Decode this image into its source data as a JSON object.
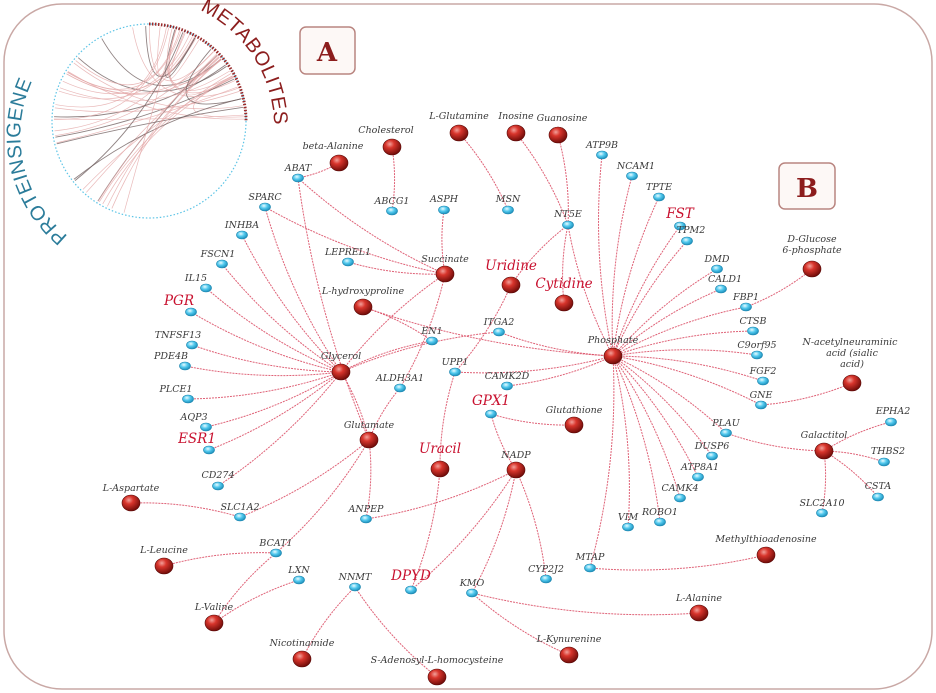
{
  "panel_a": {
    "letter": "A",
    "left_label": "PROTEINSIGENE",
    "right_label": "METABOLITES"
  },
  "panel_b": {
    "letter": "B"
  },
  "colors": {
    "metabolite_node": "#b5211b",
    "gene_node": "#3bbde8",
    "edge": "#d9465f",
    "highlight_label": "#c8102e",
    "frame": "#c9a8a5"
  },
  "nodes": [
    {
      "id": "beta-Alanine",
      "label": "beta-Alanine",
      "kind": "metabolite"
    },
    {
      "id": "Cholesterol",
      "label": "Cholesterol",
      "kind": "metabolite"
    },
    {
      "id": "L-Glutamine",
      "label": "L-Glutamine",
      "kind": "metabolite"
    },
    {
      "id": "Inosine",
      "label": "Inosine",
      "kind": "metabolite"
    },
    {
      "id": "Guanosine",
      "label": "Guanosine",
      "kind": "metabolite"
    },
    {
      "id": "Succinate",
      "label": "Succinate",
      "kind": "metabolite"
    },
    {
      "id": "Uridine",
      "label": "Uridine",
      "kind": "metabolite",
      "highlight": true
    },
    {
      "id": "Cytidine",
      "label": "Cytidine",
      "kind": "metabolite",
      "highlight": true
    },
    {
      "id": "L-hydroxyproline",
      "label": "L-hydroxyproline",
      "kind": "metabolite"
    },
    {
      "id": "Glycerol",
      "label": "Glycerol",
      "kind": "metabolite"
    },
    {
      "id": "Phosphate",
      "label": "Phosphate",
      "kind": "metabolite"
    },
    {
      "id": "D-Glucose",
      "label": "D-Glucose 6-phosphate",
      "kind": "metabolite"
    },
    {
      "id": "N-acetylneuraminic",
      "label": "N-acetylneuraminic acid (sialic acid)",
      "kind": "metabolite"
    },
    {
      "id": "Glutamate",
      "label": "Glutamate",
      "kind": "metabolite"
    },
    {
      "id": "Glutathione",
      "label": "Glutathione",
      "kind": "metabolite"
    },
    {
      "id": "Uracil",
      "label": "Uracil",
      "kind": "metabolite",
      "highlight": true
    },
    {
      "id": "NADP",
      "label": "NADP",
      "kind": "metabolite"
    },
    {
      "id": "Galactitol",
      "label": "Galactitol",
      "kind": "metabolite"
    },
    {
      "id": "L-Aspartate",
      "label": "L-Aspartate",
      "kind": "metabolite"
    },
    {
      "id": "L-Leucine",
      "label": "L-Leucine",
      "kind": "metabolite"
    },
    {
      "id": "L-Valine",
      "label": "L-Valine",
      "kind": "metabolite"
    },
    {
      "id": "Nicotinamide",
      "label": "Nicotinamide",
      "kind": "metabolite"
    },
    {
      "id": "SAH",
      "label": "S-Adenosyl-L-homocysteine",
      "kind": "metabolite"
    },
    {
      "id": "L-Kynurenine",
      "label": "L-Kynurenine",
      "kind": "metabolite"
    },
    {
      "id": "L-Alanine",
      "label": "L-Alanine",
      "kind": "metabolite"
    },
    {
      "id": "Methylthioadenosine",
      "label": "Methylthioadenosine",
      "kind": "metabolite"
    },
    {
      "id": "ABAT",
      "label": "ABAT",
      "kind": "gene"
    },
    {
      "id": "SPARC",
      "label": "SPARC",
      "kind": "gene"
    },
    {
      "id": "ABCG1",
      "label": "ABCG1",
      "kind": "gene"
    },
    {
      "id": "ASPH",
      "label": "ASPH",
      "kind": "gene"
    },
    {
      "id": "MSN",
      "label": "MSN",
      "kind": "gene"
    },
    {
      "id": "NT5E",
      "label": "NT5E",
      "kind": "gene"
    },
    {
      "id": "ATP9B",
      "label": "ATP9B",
      "kind": "gene"
    },
    {
      "id": "NCAM1",
      "label": "NCAM1",
      "kind": "gene"
    },
    {
      "id": "TPTE",
      "label": "TPTE",
      "kind": "gene"
    },
    {
      "id": "FST",
      "label": "FST",
      "kind": "gene",
      "highlight": true
    },
    {
      "id": "TPM2",
      "label": "TPM2",
      "kind": "gene"
    },
    {
      "id": "DMD",
      "label": "DMD",
      "kind": "gene"
    },
    {
      "id": "CALD1",
      "label": "CALD1",
      "kind": "gene"
    },
    {
      "id": "FBP1",
      "label": "FBP1",
      "kind": "gene"
    },
    {
      "id": "CTSB",
      "label": "CTSB",
      "kind": "gene"
    },
    {
      "id": "C9orf95",
      "label": "C9orf95",
      "kind": "gene"
    },
    {
      "id": "FGF2",
      "label": "FGF2",
      "kind": "gene"
    },
    {
      "id": "GNE",
      "label": "GNE",
      "kind": "gene"
    },
    {
      "id": "PLAU",
      "label": "PLAU",
      "kind": "gene"
    },
    {
      "id": "DUSP6",
      "label": "DUSP6",
      "kind": "gene"
    },
    {
      "id": "ATP8A1",
      "label": "ATP8A1",
      "kind": "gene"
    },
    {
      "id": "CAMK4",
      "label": "CAMK4",
      "kind": "gene"
    },
    {
      "id": "ROBO1",
      "label": "ROBO1",
      "kind": "gene"
    },
    {
      "id": "VIM",
      "label": "VIM",
      "kind": "gene"
    },
    {
      "id": "MTAP",
      "label": "MTAP",
      "kind": "gene"
    },
    {
      "id": "EPHA2",
      "label": "EPHA2",
      "kind": "gene"
    },
    {
      "id": "THBS2",
      "label": "THBS2",
      "kind": "gene"
    },
    {
      "id": "CSTA",
      "label": "CSTA",
      "kind": "gene"
    },
    {
      "id": "SLC2A10",
      "label": "SLC2A10",
      "kind": "gene"
    },
    {
      "id": "INHBA",
      "label": "INHBA",
      "kind": "gene"
    },
    {
      "id": "LEPREL1",
      "label": "LEPREL1",
      "kind": "gene"
    },
    {
      "id": "FSCN1",
      "label": "FSCN1",
      "kind": "gene"
    },
    {
      "id": "IL15",
      "label": "IL15",
      "kind": "gene"
    },
    {
      "id": "PGR",
      "label": "PGR",
      "kind": "gene",
      "highlight": true
    },
    {
      "id": "TNFSF13",
      "label": "TNFSF13",
      "kind": "gene"
    },
    {
      "id": "PDE4B",
      "label": "PDE4B",
      "kind": "gene"
    },
    {
      "id": "PLCE1",
      "label": "PLCE1",
      "kind": "gene"
    },
    {
      "id": "AQP3",
      "label": "AQP3",
      "kind": "gene"
    },
    {
      "id": "ESR1",
      "label": "ESR1",
      "kind": "gene",
      "highlight": true
    },
    {
      "id": "CD274",
      "label": "CD274",
      "kind": "gene"
    },
    {
      "id": "EN1",
      "label": "EN1",
      "kind": "gene"
    },
    {
      "id": "ITGA2",
      "label": "ITGA2",
      "kind": "gene"
    },
    {
      "id": "UPP1",
      "label": "UPP1",
      "kind": "gene"
    },
    {
      "id": "CAMK2D",
      "label": "CAMK2D",
      "kind": "gene"
    },
    {
      "id": "ALDH3A1",
      "label": "ALDH3A1",
      "kind": "gene"
    },
    {
      "id": "GPX1",
      "label": "GPX1",
      "kind": "gene",
      "highlight": true
    },
    {
      "id": "ANPEP",
      "label": "ANPEP",
      "kind": "gene"
    },
    {
      "id": "SLC1A2",
      "label": "SLC1A2",
      "kind": "gene"
    },
    {
      "id": "BCAT1",
      "label": "BCAT1",
      "kind": "gene"
    },
    {
      "id": "LXN",
      "label": "LXN",
      "kind": "gene"
    },
    {
      "id": "NNMT",
      "label": "NNMT",
      "kind": "gene"
    },
    {
      "id": "DPYD",
      "label": "DPYD",
      "kind": "gene",
      "highlight": true
    },
    {
      "id": "KMO",
      "label": "KMO",
      "kind": "gene"
    },
    {
      "id": "CYP2J2",
      "label": "CYP2J2",
      "kind": "gene"
    }
  ],
  "edges": [
    [
      "ABAT",
      "beta-Alanine"
    ],
    [
      "ABAT",
      "Succinate"
    ],
    [
      "ABAT",
      "Glutamate"
    ],
    [
      "SPARC",
      "Glycerol"
    ],
    [
      "SPARC",
      "Succinate"
    ],
    [
      "ABCG1",
      "Cholesterol"
    ],
    [
      "ASPH",
      "Succinate"
    ],
    [
      "MSN",
      "L-Glutamine"
    ],
    [
      "NT5E",
      "Inosine"
    ],
    [
      "NT5E",
      "Guanosine"
    ],
    [
      "NT5E",
      "Cytidine"
    ],
    [
      "NT5E",
      "Phosphate"
    ],
    [
      "NT5E",
      "Uridine"
    ],
    [
      "ATP9B",
      "Phosphate"
    ],
    [
      "NCAM1",
      "Phosphate"
    ],
    [
      "TPTE",
      "Phosphate"
    ],
    [
      "FST",
      "Phosphate"
    ],
    [
      "TPM2",
      "Phosphate"
    ],
    [
      "DMD",
      "Phosphate"
    ],
    [
      "CALD1",
      "Phosphate"
    ],
    [
      "FBP1",
      "Phosphate"
    ],
    [
      "FBP1",
      "D-Glucose"
    ],
    [
      "CTSB",
      "Phosphate"
    ],
    [
      "C9orf95",
      "Phosphate"
    ],
    [
      "FGF2",
      "Phosphate"
    ],
    [
      "GNE",
      "Phosphate"
    ],
    [
      "GNE",
      "N-acetylneuraminic"
    ],
    [
      "PLAU",
      "Phosphate"
    ],
    [
      "PLAU",
      "Galactitol"
    ],
    [
      "DUSP6",
      "Phosphate"
    ],
    [
      "ATP8A1",
      "Phosphate"
    ],
    [
      "CAMK4",
      "Phosphate"
    ],
    [
      "ROBO1",
      "Phosphate"
    ],
    [
      "VIM",
      "Phosphate"
    ],
    [
      "MTAP",
      "Phosphate"
    ],
    [
      "MTAP",
      "Methylthioadenosine"
    ],
    [
      "EPHA2",
      "Galactitol"
    ],
    [
      "THBS2",
      "Galactitol"
    ],
    [
      "CSTA",
      "Galactitol"
    ],
    [
      "SLC2A10",
      "Galactitol"
    ],
    [
      "INHBA",
      "Glycerol"
    ],
    [
      "LEPREL1",
      "Succinate"
    ],
    [
      "FSCN1",
      "Glycerol"
    ],
    [
      "IL15",
      "Glycerol"
    ],
    [
      "PGR",
      "Glycerol"
    ],
    [
      "TNFSF13",
      "Glycerol"
    ],
    [
      "PDE4B",
      "Glycerol"
    ],
    [
      "PLCE1",
      "Glycerol"
    ],
    [
      "AQP3",
      "Glycerol"
    ],
    [
      "ESR1",
      "Glycerol"
    ],
    [
      "CD274",
      "Glycerol"
    ],
    [
      "EN1",
      "L-hydroxyproline"
    ],
    [
      "EN1",
      "Glycerol"
    ],
    [
      "L-hydroxyproline",
      "Phosphate"
    ],
    [
      "ITGA2",
      "Glycerol"
    ],
    [
      "ITGA2",
      "Phosphate"
    ],
    [
      "UPP1",
      "Uridine"
    ],
    [
      "UPP1",
      "Uracil"
    ],
    [
      "UPP1",
      "Phosphate"
    ],
    [
      "CAMK2D",
      "Phosphate"
    ],
    [
      "ALDH3A1",
      "Succinate"
    ],
    [
      "ALDH3A1",
      "Glutamate"
    ],
    [
      "GPX1",
      "Glutathione"
    ],
    [
      "GPX1",
      "NADP"
    ],
    [
      "ANPEP",
      "Glutamate"
    ],
    [
      "ANPEP",
      "NADP"
    ],
    [
      "SLC1A2",
      "L-Aspartate"
    ],
    [
      "SLC1A2",
      "Glutamate"
    ],
    [
      "BCAT1",
      "L-Leucine"
    ],
    [
      "BCAT1",
      "L-Valine"
    ],
    [
      "BCAT1",
      "Glutamate"
    ],
    [
      "LXN",
      "L-Valine"
    ],
    [
      "NNMT",
      "Nicotinamide"
    ],
    [
      "NNMT",
      "SAH"
    ],
    [
      "DPYD",
      "Uracil"
    ],
    [
      "DPYD",
      "NADP"
    ],
    [
      "KMO",
      "NADP"
    ],
    [
      "KMO",
      "L-Kynurenine"
    ],
    [
      "KMO",
      "L-Alanine"
    ],
    [
      "CYP2J2",
      "NADP"
    ],
    [
      "Succinate",
      "Glycerol"
    ],
    [
      "Glutamate",
      "Glycerol"
    ]
  ]
}
